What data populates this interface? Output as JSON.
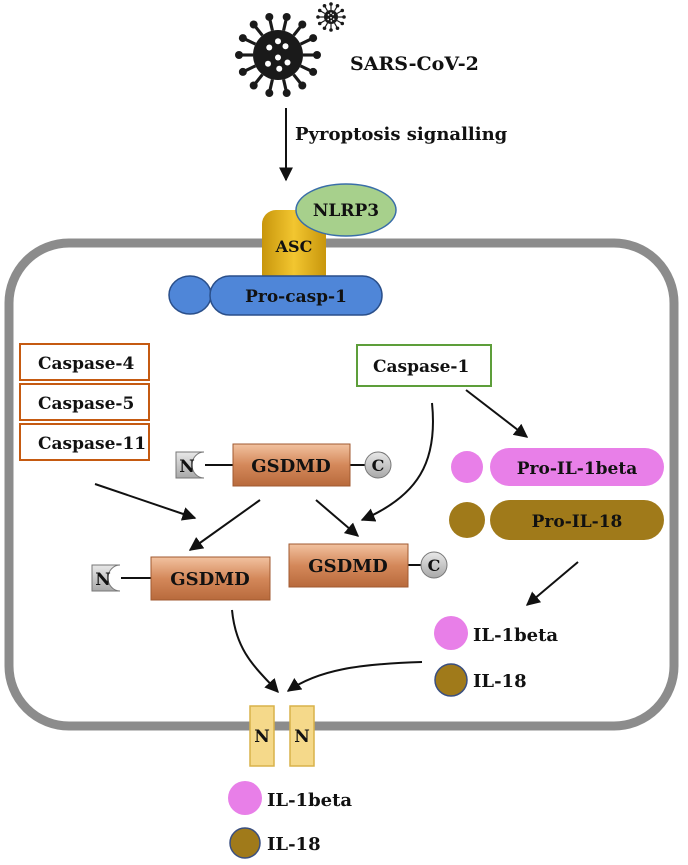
{
  "virus": {
    "label": "SARS-CoV-2",
    "icon": "virus-icon",
    "color": "#1a1a1a"
  },
  "signal": {
    "label": "Pyroptosis signalling"
  },
  "inflammasome": {
    "nlrp3": "NLRP3",
    "asc": "ASC",
    "pro_casp1": "Pro-casp-1",
    "colors": {
      "nlrp3": "#a7d08c",
      "asc": "#e6b820",
      "pro_casp1": "#4f86d8"
    }
  },
  "caspases_box": {
    "items": [
      "Caspase-4",
      "Caspase-5",
      "Caspase-11"
    ],
    "border_color": "#c55a11"
  },
  "caspase1_box": {
    "label": "Caspase-1",
    "border_color": "#5d9e3a"
  },
  "gsdmd": {
    "full": {
      "label": "GSDMD",
      "n": "N",
      "c": "C"
    },
    "n_fragment": {
      "label": "GSDMD",
      "n": "N"
    },
    "c_fragment": {
      "label": "GSDMD",
      "c": "C"
    },
    "color": "#d4885a"
  },
  "precursors": {
    "il1beta": "Pro-IL-1beta",
    "il18": "Pro-IL-18",
    "colors": {
      "il1beta": "#e87fe8",
      "il18": "#a07a1a"
    }
  },
  "mature": {
    "il1beta": "IL-1beta",
    "il18": "IL-18"
  },
  "pore": {
    "left": "N",
    "right": "N",
    "color": "#f5d98a"
  },
  "released": {
    "il1beta": "IL-1beta",
    "il18": "IL-18"
  },
  "cell": {
    "membrane_color": "#8c8c8c"
  }
}
